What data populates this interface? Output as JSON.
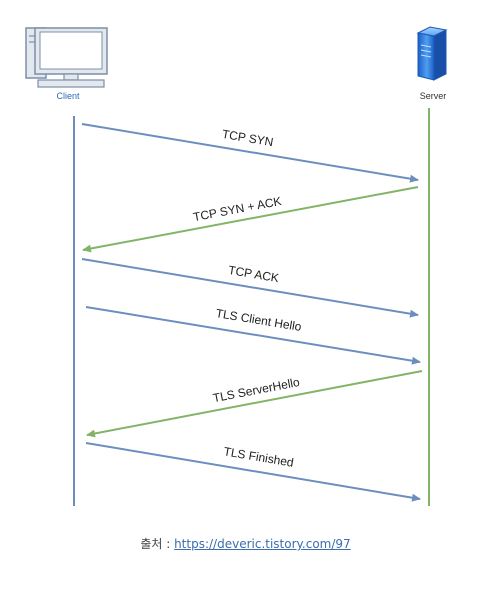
{
  "diagram": {
    "client_label": "Client",
    "server_label": "Server",
    "messages": [
      {
        "label": "TCP SYN",
        "direction": "client-to-server"
      },
      {
        "label": "TCP SYN + ACK",
        "direction": "server-to-client"
      },
      {
        "label": "TCP ACK",
        "direction": "client-to-server"
      },
      {
        "label": "TLS Client Hello",
        "direction": "client-to-server"
      },
      {
        "label": "TLS ServerHello",
        "direction": "server-to-client"
      },
      {
        "label": "TLS Finished",
        "direction": "client-to-server"
      }
    ],
    "colors": {
      "client_lifeline": "#6c8ebf",
      "server_lifeline": "#82b366",
      "client_to_server": "#6c8ebf",
      "server_to_client": "#82b366",
      "client_label": "#2f6cb5",
      "server_label": "#333333"
    },
    "icons": {
      "client": "desktop-computer-icon",
      "server": "server-tower-icon"
    }
  },
  "caption": {
    "prefix": "출처 : ",
    "link_text": "https://deveric.tistory.com/97"
  }
}
